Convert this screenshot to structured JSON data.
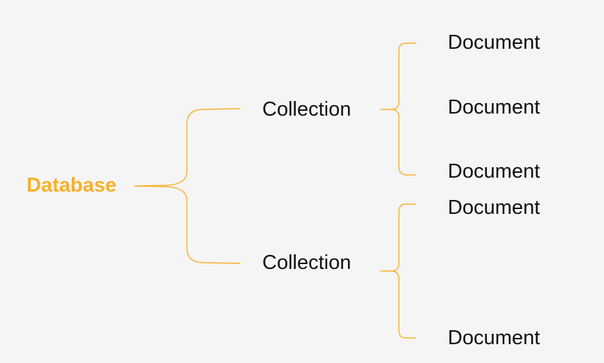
{
  "colors": {
    "accent": "#f6b12d",
    "text": "#111111",
    "background": "#f5f5f5"
  },
  "diagram": {
    "root": {
      "label": "Database"
    },
    "collections": [
      {
        "label": "Collection",
        "documents": [
          "Document",
          "Document",
          "Document"
        ]
      },
      {
        "label": "Collection",
        "documents": [
          "Document",
          "Document"
        ]
      }
    ]
  }
}
